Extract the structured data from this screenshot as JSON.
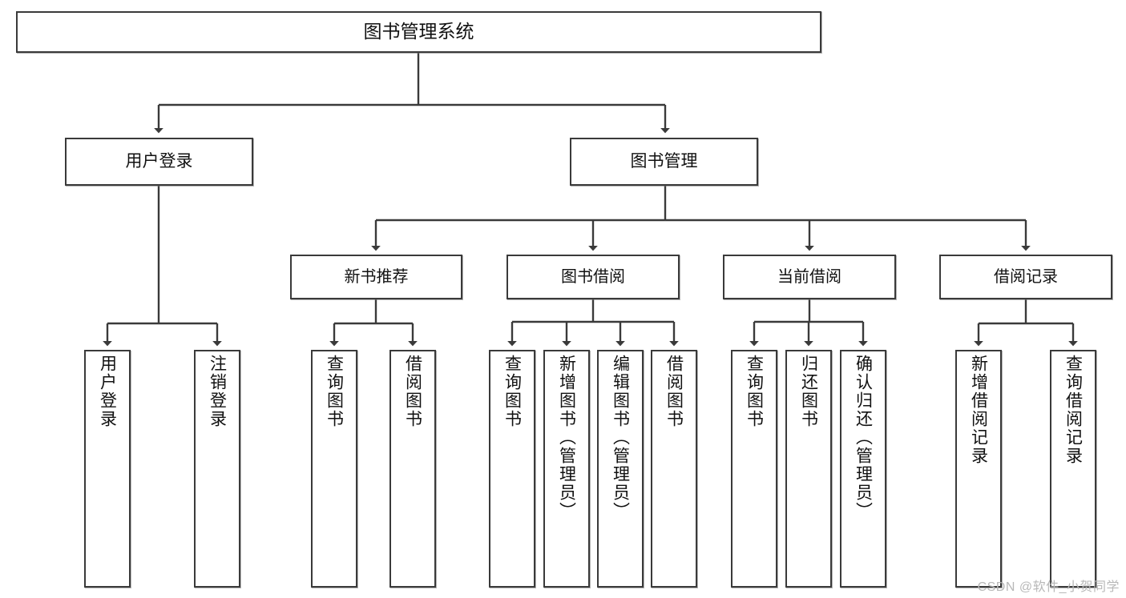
{
  "diagram": {
    "type": "tree",
    "title": "图书管理系统",
    "root": {
      "label": "图书管理系统"
    },
    "level2": [
      {
        "label": "用户登录"
      },
      {
        "label": "图书管理"
      }
    ],
    "level3": [
      {
        "label": "新书推荐"
      },
      {
        "label": "图书借阅"
      },
      {
        "label": "当前借阅"
      },
      {
        "label": "借阅记录"
      }
    ],
    "leaves": {
      "user_login": [
        {
          "label": "用户登录"
        },
        {
          "label": "注销登录"
        }
      ],
      "new_book_recommend": [
        {
          "label": "查询图书"
        },
        {
          "label": "借阅图书"
        }
      ],
      "book_borrow": [
        {
          "label": "查询图书"
        },
        {
          "label": "新增图书（管理员）"
        },
        {
          "label": "编辑图书（管理员）"
        },
        {
          "label": "借阅图书"
        }
      ],
      "current_borrow": [
        {
          "label": "查询图书"
        },
        {
          "label": "归还图书"
        },
        {
          "label": "确认归还（管理员）"
        }
      ],
      "borrow_record": [
        {
          "label": "新增借阅记录"
        },
        {
          "label": "查询借阅记录"
        }
      ]
    }
  },
  "watermark": {
    "text": "CSDN @软件_小贺同学"
  },
  "colors": {
    "border": "#3a3a3a",
    "text": "#111111",
    "background": "#ffffff",
    "watermark": "#b8b8b8"
  }
}
